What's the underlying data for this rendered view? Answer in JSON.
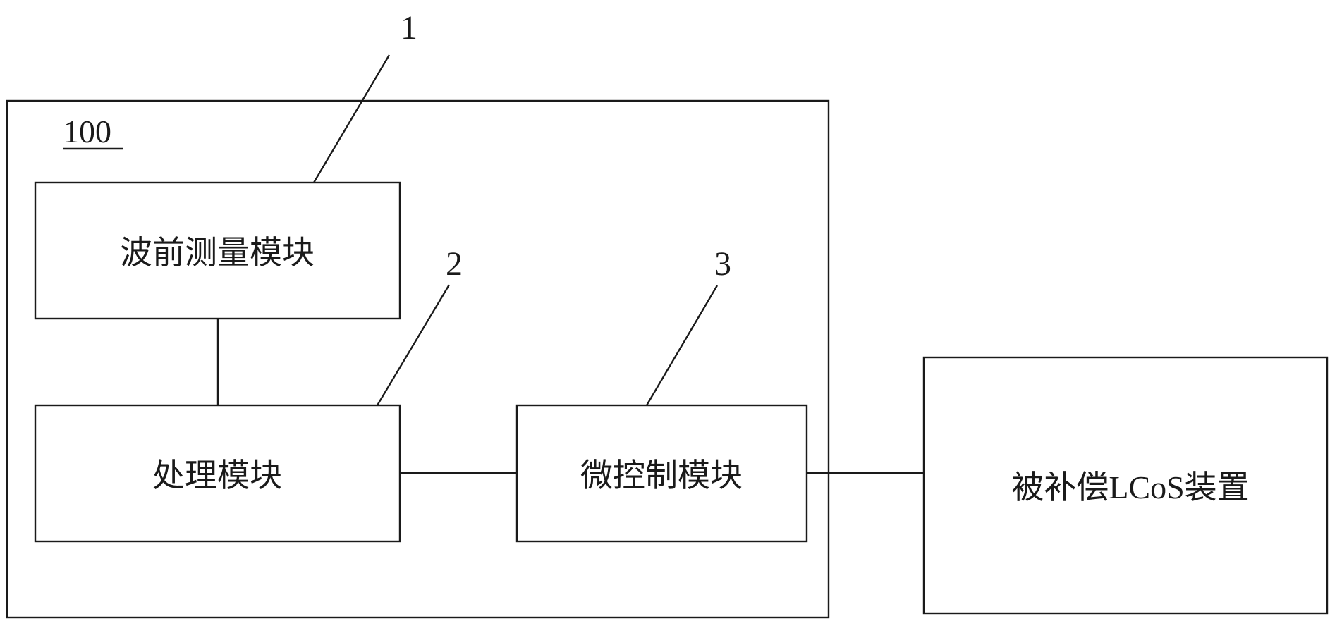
{
  "diagram": {
    "system": {
      "number": "100"
    },
    "modules": {
      "wavefront": {
        "label": "波前测量模块"
      },
      "processing": {
        "label": "处理模块"
      },
      "micro_control": {
        "label": "微控制模块"
      },
      "lcos": {
        "label": "被补偿LCoS装置"
      }
    },
    "callouts": {
      "wavefront": "1",
      "processing": "2",
      "micro_control": "3"
    },
    "colors": {
      "line": "#1a1a1a",
      "background": "#ffffff"
    }
  }
}
